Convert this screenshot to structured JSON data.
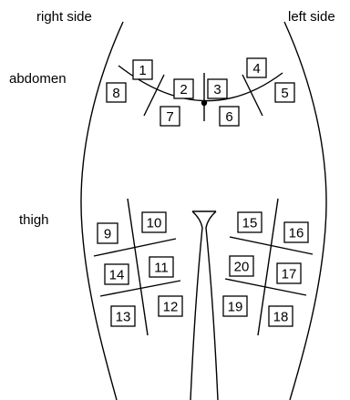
{
  "labels": {
    "right_side": "right side",
    "left_side": "left side",
    "abdomen": "abdomen",
    "thigh": "thigh"
  },
  "sites": [
    "1",
    "2",
    "3",
    "4",
    "5",
    "6",
    "7",
    "8",
    "9",
    "10",
    "11",
    "12",
    "13",
    "14",
    "15",
    "16",
    "17",
    "18",
    "19",
    "20"
  ]
}
